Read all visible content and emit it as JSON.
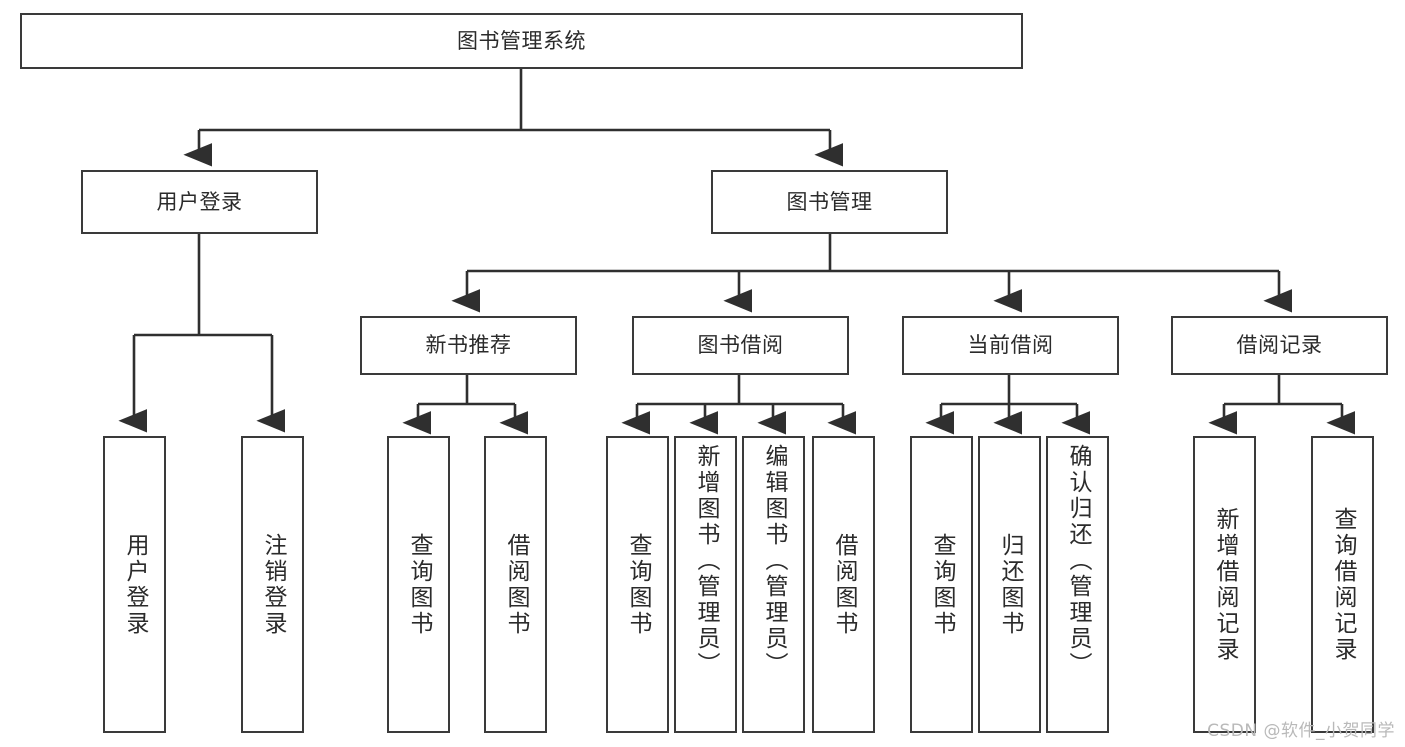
{
  "diagram": {
    "title": "图书管理系统",
    "type": "tree-hierarchy-diagram",
    "colors": {
      "box_border": "#3a3a3a",
      "box_fill": "#ffffff",
      "connector": "#2f2f2f",
      "text": "#2b2b2b",
      "watermark": "#b9b9b9",
      "background": "#ffffff"
    },
    "root": {
      "label": "图书管理系统"
    },
    "level1": [
      {
        "label": "用户登录"
      },
      {
        "label": "图书管理"
      }
    ],
    "level2": [
      {
        "label": "新书推荐"
      },
      {
        "label": "图书借阅"
      },
      {
        "label": "当前借阅"
      },
      {
        "label": "借阅记录"
      }
    ],
    "leaves": {
      "user_login": [
        {
          "label": "用户登录"
        },
        {
          "label": "注销登录"
        }
      ],
      "new_book_recommend": [
        {
          "label": "查询图书"
        },
        {
          "label": "借阅图书"
        }
      ],
      "book_borrow": [
        {
          "label": "查询图书"
        },
        {
          "label": "新增图书（管理员）"
        },
        {
          "label": "编辑图书（管理员）"
        },
        {
          "label": "借阅图书"
        }
      ],
      "current_borrow": [
        {
          "label": "查询图书"
        },
        {
          "label": "归还图书"
        },
        {
          "label": "确认归还（管理员）"
        }
      ],
      "borrow_records": [
        {
          "label": "新增借阅记录"
        },
        {
          "label": "查询借阅记录"
        }
      ]
    }
  },
  "watermark": {
    "text": "CSDN @软件_小贺同学"
  }
}
